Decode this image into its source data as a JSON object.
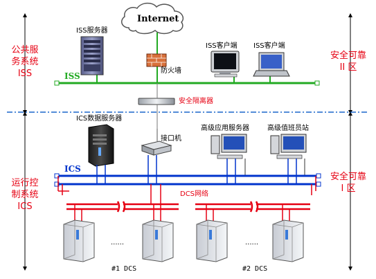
{
  "colors": {
    "red": "#e60012",
    "blue": "#0033cc",
    "green": "#22aa22",
    "divider": "#1a66cc"
  },
  "cloud": {
    "label": "Internet"
  },
  "zones": {
    "public_line1": "公共服",
    "public_line2": "务系统",
    "public_line3": "ISS",
    "security_upper_line1": "安全可靠",
    "security_upper_line2": "II 区",
    "control_line1": "运行控",
    "control_line2": "制系统",
    "control_line3": "ICS",
    "security_lower_line1": "安全可靠",
    "security_lower_line2": "I 区"
  },
  "iss": {
    "bus_label": "ISS",
    "server_label": "ISS服务器",
    "firewall_label": "防火墙",
    "client1_label": "ISS客户端",
    "client2_label": "ISS客户端"
  },
  "isolator_label": "安全隔离器",
  "ics": {
    "bus_label": "ICS",
    "db_server_label": "ICS数据服务器",
    "interface_label": "接口机",
    "app_server_label": "高级应用服务器",
    "duty_station_label": "高级值班员站",
    "dcs_network_label": "DCS网络"
  },
  "dcs": {
    "ellipsis1": "......",
    "ellipsis2": "......",
    "group1_label": "#1 DCS",
    "group2_label": "#2 DCS"
  },
  "icons": [
    "cloud-icon",
    "server-tower-icon",
    "firewall-icon",
    "crt-monitor-icon",
    "laptop-icon",
    "isolator-icon",
    "db-server-icon",
    "rack-server-icon",
    "workstation-icon",
    "dcs-cabinet-icon"
  ]
}
